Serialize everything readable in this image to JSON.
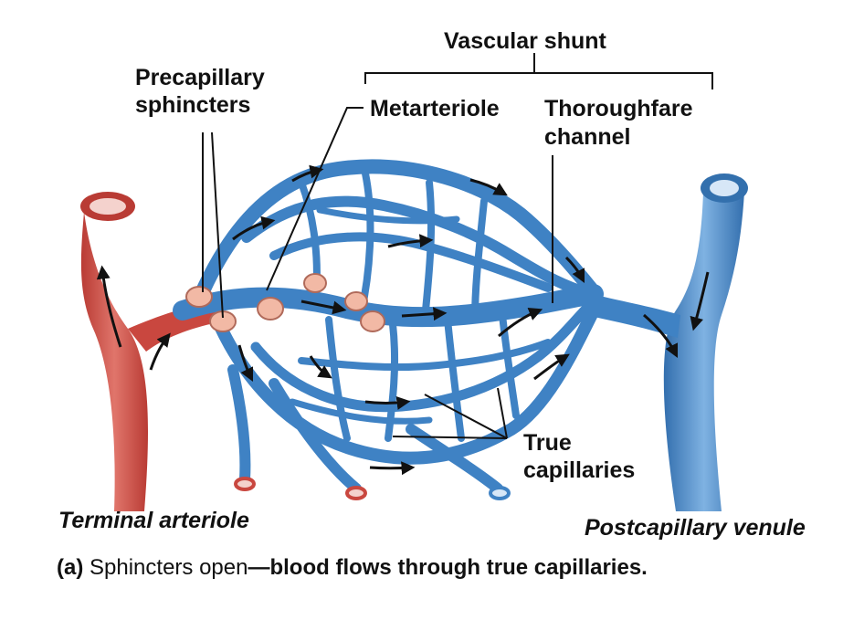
{
  "colors": {
    "artery": "#c9473f",
    "artery_light": "#e7776c",
    "mid": "#b7a3c7",
    "vein": "#3f82c4",
    "vein_light": "#6fa8dd",
    "sphincter": "#f2b9a5",
    "arrow": "#111111",
    "label": "#111111"
  },
  "labels": {
    "vascular_shunt": "Vascular shunt",
    "precapillary_line1": "Precapillary",
    "precapillary_line2": "sphincters",
    "metarteriole": "Metarteriole",
    "thoroughfare_line1": "Thoroughfare",
    "thoroughfare_line2": "channel",
    "true_cap_line1": "True",
    "true_cap_line2": "capillaries",
    "terminal_arteriole": "Terminal arteriole",
    "postcapillary_venule": "Postcapillary venule"
  },
  "caption": {
    "tag": "(a)",
    "normal": " Sphincters open",
    "bold": "—blood flows through true capillaries."
  },
  "icons": [
    "flow-arrow-icon"
  ]
}
